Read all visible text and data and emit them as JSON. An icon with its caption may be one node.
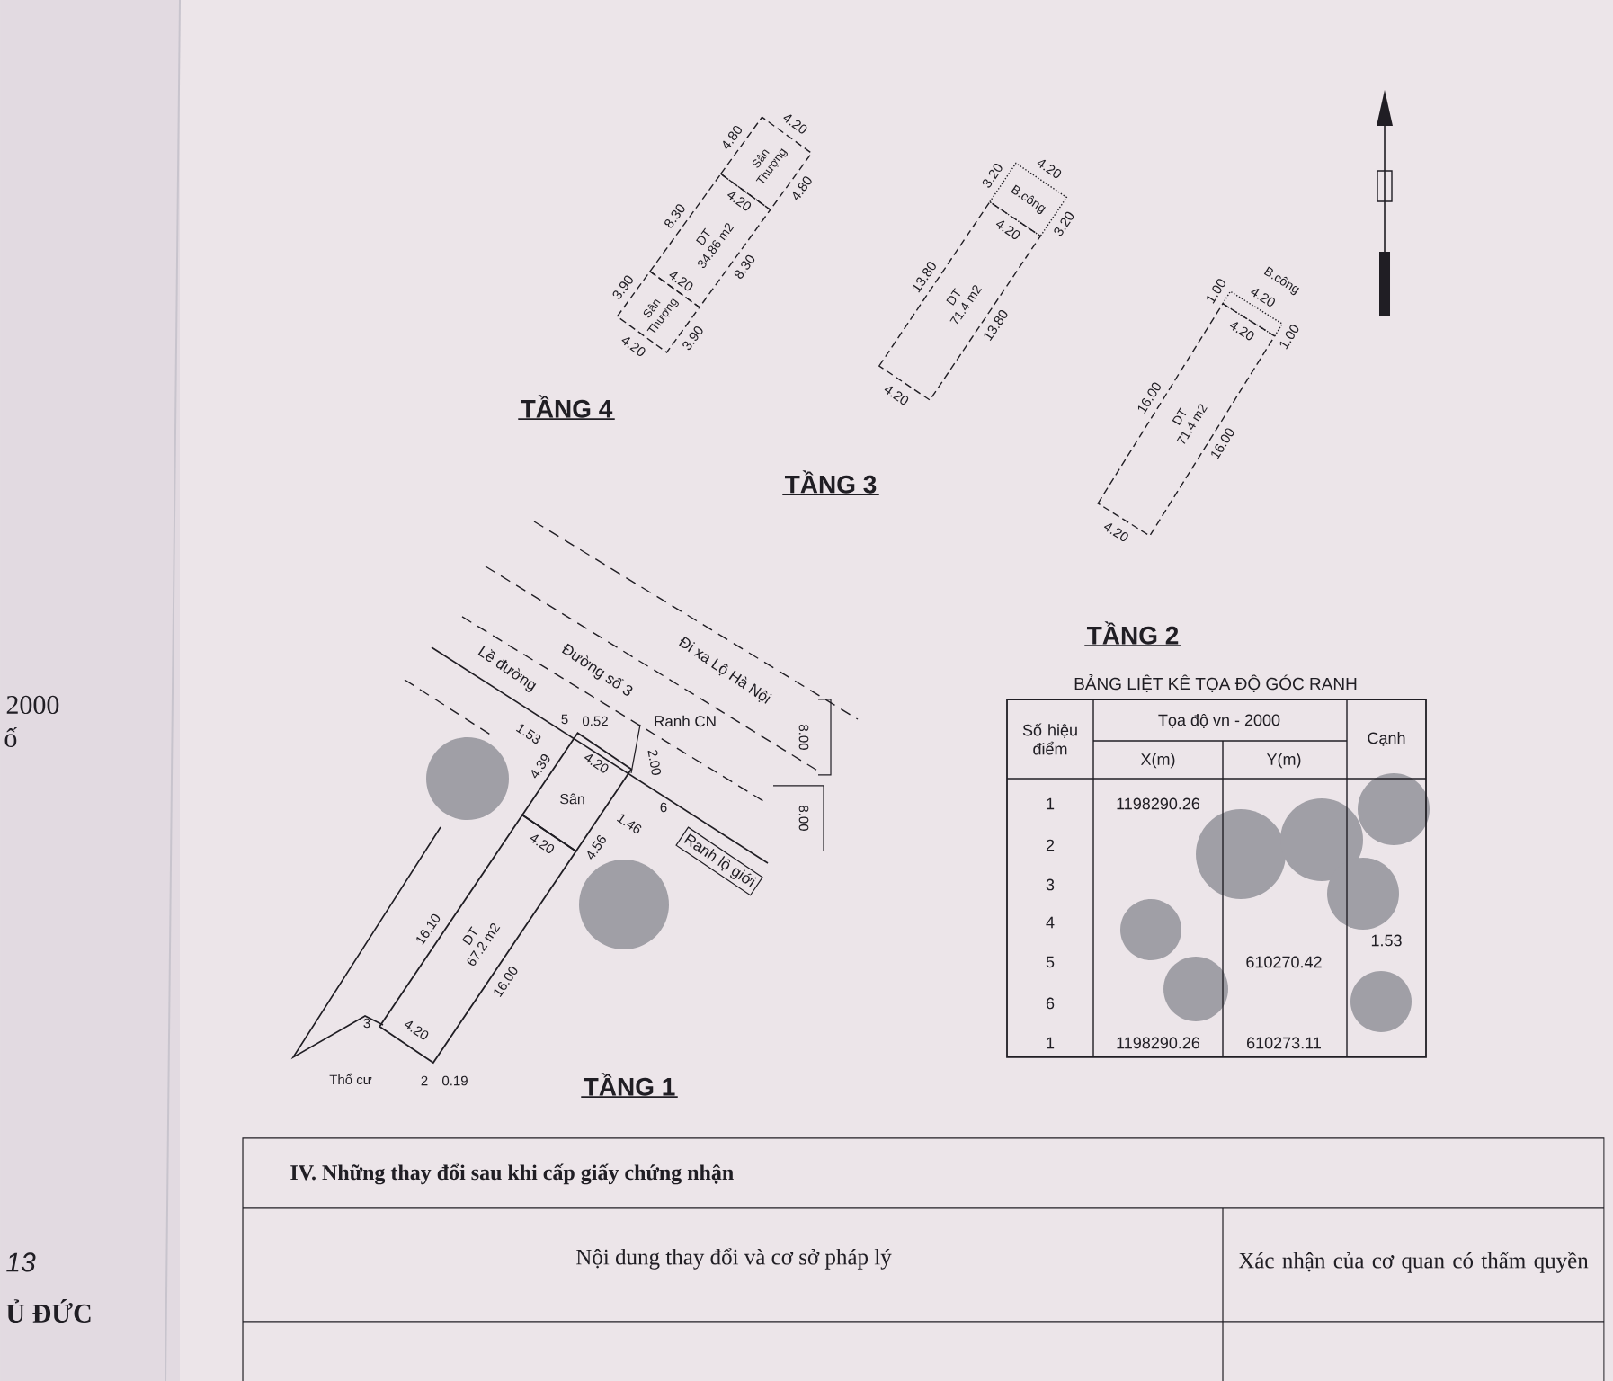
{
  "diagram": {
    "nodes": [
      {
        "text": [
          "Sân Thượng"
        ]
      },
      {
        "text": [
          "DT",
          "34.86 m2"
        ]
      },
      {
        "text": [
          "Sân Thượng"
        ]
      },
      {
        "text": [
          "B.công"
        ]
      },
      {
        "text": [
          "DT",
          "71.4 m2"
        ]
      },
      {
        "text": [
          "B.công"
        ]
      },
      {
        "text": [
          "DT",
          "71.4 m2"
        ]
      },
      {
        "text": [
          "Sân"
        ]
      },
      {
        "text": [
          "DT",
          "67.2 m2"
        ]
      }
    ],
    "labels": [
      "4.20",
      "4.80",
      "4.80",
      "4.20",
      "8.30",
      "8.30",
      "4.20",
      "3.90",
      "3.90",
      "4.20",
      "TẦNG 4",
      "3.20",
      "4.20",
      "3.20",
      "4.20",
      "13.80",
      "13.80",
      "4.20",
      "TẦNG 3",
      "1.00",
      "4.20",
      "4.20",
      "1.00",
      "16.00",
      "16.00",
      "4.20",
      "TẦNG 2",
      "Đi xa Lộ Hà Nội",
      "Đường số 3",
      "Lề đường",
      "0.52",
      "5",
      "Ranh CN",
      "2.00",
      "1.53",
      "4.39",
      "4.20",
      "6",
      "1.46",
      "Ranh lộ giới",
      "8.00",
      "8.00",
      "4.56",
      "4.20",
      "16.10",
      "16.00",
      "3",
      "4.20",
      "Thổ cư",
      "2",
      "0.19",
      "TẦNG 1",
      "BẢNG LIỆT KÊ TỌA ĐỘ GÓC RANH",
      "Số hiệu điểm",
      "Tọa độ vn - 2000",
      "Cạnh",
      "X(m)",
      "Y(m)",
      "1",
      "1198290.26",
      "2",
      "3",
      "4",
      "1.53",
      "5",
      "610270.42",
      "6",
      "1",
      "1198290.26",
      "610273.11",
      "IV. Những thay đổi sau khi cấp giấy chứng nhận",
      "Nội dung thay đổi và cơ sở pháp lý",
      "Xác nhận của cơ quan có thẩm quyền",
      "2000",
      "ố",
      "13",
      "Ủ ĐỨC"
    ]
  }
}
